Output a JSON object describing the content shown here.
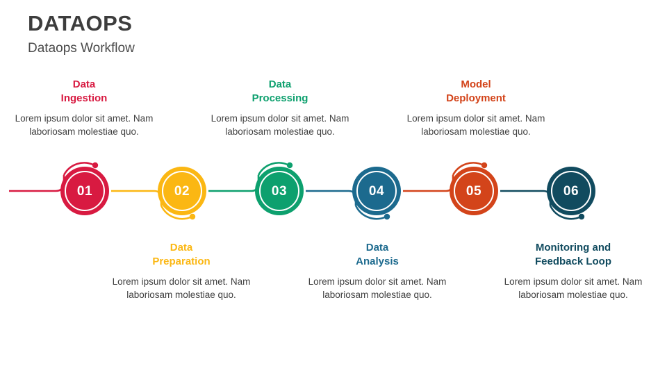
{
  "header": {
    "title": "DATAOPS",
    "subtitle": "Dataops Workflow"
  },
  "colors": {
    "step1": "#D81A41",
    "step2": "#FBB713",
    "step3": "#0DA06E",
    "step4": "#1C6A8E",
    "step5": "#D3441A",
    "step6": "#114B5F",
    "title": "#3d3d3d",
    "body": "#3f3f3f",
    "background": "#ffffff"
  },
  "diagram": {
    "type": "horizontal-timeline",
    "step_count": 6,
    "steps": [
      {
        "number": "01",
        "label": "Data Ingestion",
        "label_line1": "Data",
        "label_line2": "Ingestion",
        "description": "Lorem ipsum dolor sit amet. Nam laboriosam molestiae quo.",
        "color": "#D81A41",
        "position": "above",
        "arc": "top"
      },
      {
        "number": "02",
        "label": "Data Preparation",
        "label_line1": "Data",
        "label_line2": "Preparation",
        "description": "Lorem ipsum dolor sit amet. Nam laboriosam molestiae quo.",
        "color": "#FBB713",
        "position": "below",
        "arc": "bottom"
      },
      {
        "number": "03",
        "label": "Data Processing",
        "label_line1": "Data",
        "label_line2": "Processing",
        "description": "Lorem ipsum dolor sit amet. Nam laboriosam molestiae quo.",
        "color": "#0DA06E",
        "position": "above",
        "arc": "top"
      },
      {
        "number": "04",
        "label": "Data Analysis",
        "label_line1": "Data",
        "label_line2": "Analysis",
        "description": "Lorem ipsum dolor sit amet. Nam laboriosam molestiae quo.",
        "color": "#1C6A8E",
        "position": "below",
        "arc": "bottom"
      },
      {
        "number": "05",
        "label": "Model Deployment",
        "label_line1": "Model",
        "label_line2": "Deployment",
        "description": "Lorem ipsum dolor sit amet. Nam laboriosam molestiae quo.",
        "color": "#D3441A",
        "position": "above",
        "arc": "top"
      },
      {
        "number": "06",
        "label": "Monitoring and Feedback Loop",
        "label_line1": "Monitoring and",
        "label_line2": "Feedback Loop",
        "description": "Lorem ipsum dolor sit amet. Nam laboriosam molestiae quo.",
        "color": "#114B5F",
        "position": "below",
        "arc": "bottom"
      }
    ]
  }
}
